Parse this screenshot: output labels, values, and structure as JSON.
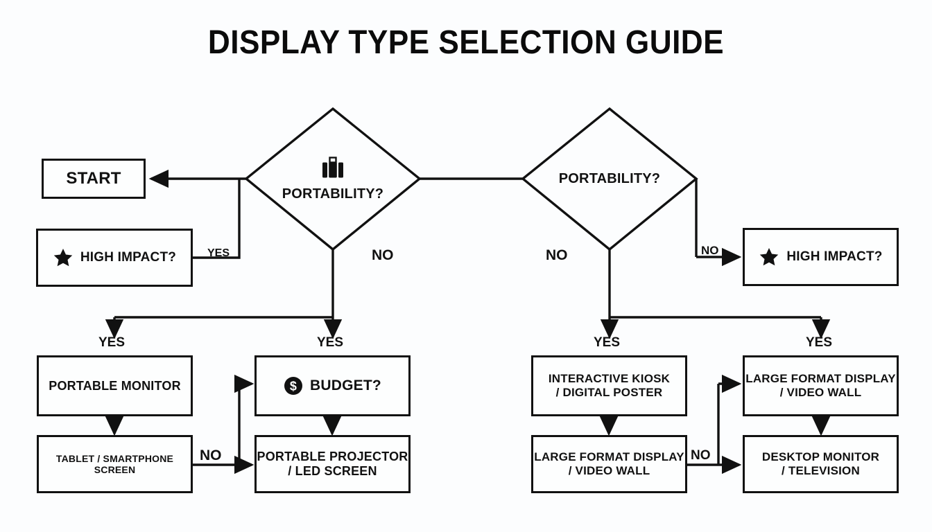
{
  "title": "DISPLAY TYPE SELECTION GUIDE",
  "colors": {
    "background": "#fcfdfe",
    "stroke": "#111111",
    "text": "#111111",
    "node_fill": "#fdfefe"
  },
  "nodes": {
    "start": {
      "label": "START",
      "shape": "rectangle",
      "icon": "none"
    },
    "high_impact_left": {
      "label": "HIGH IMPACT?",
      "shape": "rectangle",
      "icon": "star-icon"
    },
    "portability_left": {
      "label": "PORTABILITY?",
      "shape": "diamond",
      "icon": "briefcase-icon"
    },
    "portability_right": {
      "label": "PORTABILITY?",
      "shape": "diamond",
      "icon": "none"
    },
    "high_impact_right": {
      "label": "HIGH IMPACT?",
      "shape": "rectangle",
      "icon": "star-icon"
    },
    "portable_monitor": {
      "label": "PORTABLE MONITOR",
      "shape": "rectangle",
      "icon": "none"
    },
    "tablet_smartphone": {
      "label": "TABLET / SMARTPHONE SCREEN",
      "shape": "rectangle",
      "icon": "none"
    },
    "budget": {
      "label": "BUDGET?",
      "shape": "rectangle",
      "icon": "dollar-coin-icon"
    },
    "portable_projector": {
      "line1": "PORTABLE PROJECTOR",
      "line2": "/ LED SCREEN",
      "shape": "rectangle",
      "icon": "none"
    },
    "interactive_kiosk": {
      "line1": "INTERACTIVE KIOSK",
      "line2": "/ DIGITAL POSTER",
      "shape": "rectangle",
      "icon": "none"
    },
    "large_format_left": {
      "line1": "LARGE FORMAT DISPLAY",
      "line2": "/ VIDEO WALL",
      "shape": "rectangle",
      "icon": "none"
    },
    "large_format_right": {
      "line1": "LARGE FORMAT DISPLAY",
      "line2": "/ VIDEO WALL",
      "shape": "rectangle",
      "icon": "none"
    },
    "desktop_monitor": {
      "line1": "DESKTOP MONITOR",
      "line2": "/ TELEVISION",
      "shape": "rectangle",
      "icon": "none"
    }
  },
  "edge_labels": {
    "left_high_impact_yes": "YES",
    "left_diamond_no": "NO",
    "left_branch_yes_1": "YES",
    "left_branch_yes_2": "YES",
    "left_tablet_no": "NO",
    "right_diamond_no": "NO",
    "right_high_impact_no": "NO",
    "right_branch_yes_1": "YES",
    "right_branch_yes_2": "YES",
    "right_large_format_no": "NO"
  },
  "chart_data": {
    "type": "flowchart",
    "title": "DISPLAY TYPE SELECTION GUIDE",
    "orientation": "two-column decision tree",
    "decision_nodes": [
      "PORTABILITY?",
      "PORTABILITY?",
      "HIGH IMPACT?",
      "HIGH IMPACT?",
      "BUDGET?"
    ],
    "terminal_nodes": [
      "PORTABLE MONITOR",
      "TABLET / SMARTPHONE SCREEN",
      "PORTABLE PROJECTOR / LED SCREEN",
      "INTERACTIVE KIOSK / DIGITAL POSTER",
      "LARGE FORMAT DISPLAY / VIDEO WALL",
      "DESKTOP MONITOR / TELEVISION"
    ],
    "edges": [
      {
        "from": "PORTABILITY? (left)",
        "to": "START",
        "label": ""
      },
      {
        "from": "HIGH IMPACT? (left)",
        "to": "PORTABILITY? (left)",
        "label": "YES"
      },
      {
        "from": "PORTABILITY? (left)",
        "to": "PORTABLE MONITOR",
        "label": "YES"
      },
      {
        "from": "PORTABILITY? (left)",
        "to": "BUDGET?",
        "label": "YES"
      },
      {
        "from": "PORTABILITY? (left)",
        "to": "branch",
        "label": "NO"
      },
      {
        "from": "PORTABLE MONITOR",
        "to": "TABLET / SMARTPHONE SCREEN",
        "label": ""
      },
      {
        "from": "TABLET / SMARTPHONE SCREEN",
        "to": "BUDGET?",
        "label": "NO"
      },
      {
        "from": "TABLET / SMARTPHONE SCREEN",
        "to": "PORTABLE PROJECTOR / LED SCREEN",
        "label": "NO"
      },
      {
        "from": "BUDGET?",
        "to": "PORTABLE PROJECTOR / LED SCREEN",
        "label": ""
      },
      {
        "from": "PORTABILITY? (right)",
        "to": "HIGH IMPACT? (right)",
        "label": "NO"
      },
      {
        "from": "PORTABILITY? (right)",
        "to": "INTERACTIVE KIOSK / DIGITAL POSTER",
        "label": "YES"
      },
      {
        "from": "PORTABILITY? (right)",
        "to": "LARGE FORMAT DISPLAY / VIDEO WALL",
        "label": "YES"
      },
      {
        "from": "INTERACTIVE KIOSK / DIGITAL POSTER",
        "to": "LARGE FORMAT DISPLAY / VIDEO WALL",
        "label": ""
      },
      {
        "from": "LARGE FORMAT DISPLAY / VIDEO WALL",
        "to": "LARGE FORMAT DISPLAY / VIDEO WALL",
        "label": "NO"
      },
      {
        "from": "LARGE FORMAT DISPLAY / VIDEO WALL",
        "to": "DESKTOP MONITOR / TELEVISION",
        "label": "NO"
      },
      {
        "from": "LARGE FORMAT DISPLAY / VIDEO WALL (right)",
        "to": "DESKTOP MONITOR / TELEVISION",
        "label": ""
      }
    ]
  }
}
